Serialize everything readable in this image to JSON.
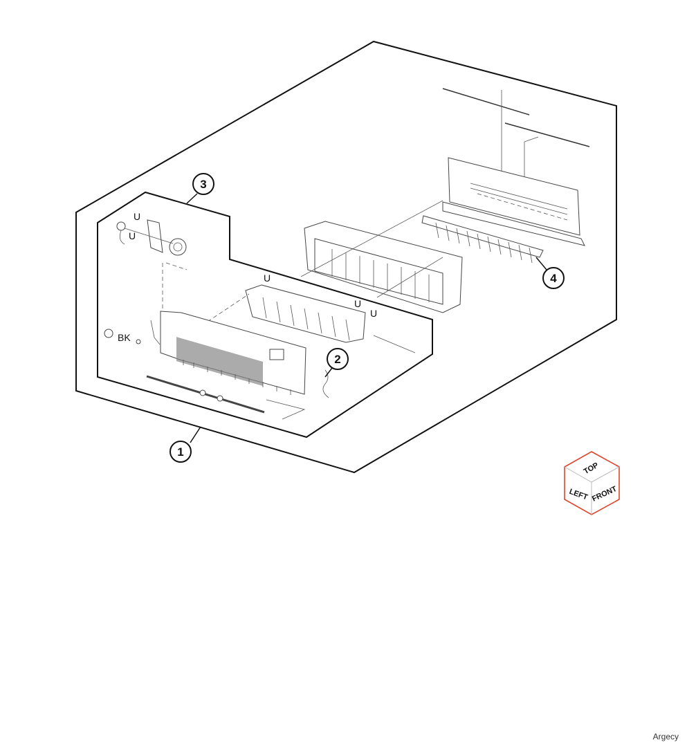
{
  "callouts": {
    "c1": "1",
    "c2": "2",
    "c3": "3",
    "c4": "4"
  },
  "part_labels": {
    "u1": "U",
    "u2": "U",
    "u3": "U",
    "u4": "U",
    "u5": "U",
    "bk": "BK"
  },
  "orientation_cube": {
    "top": "TOP",
    "left": "LEFT",
    "front": "FRONT",
    "edge_color": "#e0442a"
  },
  "brand": "Argecy"
}
